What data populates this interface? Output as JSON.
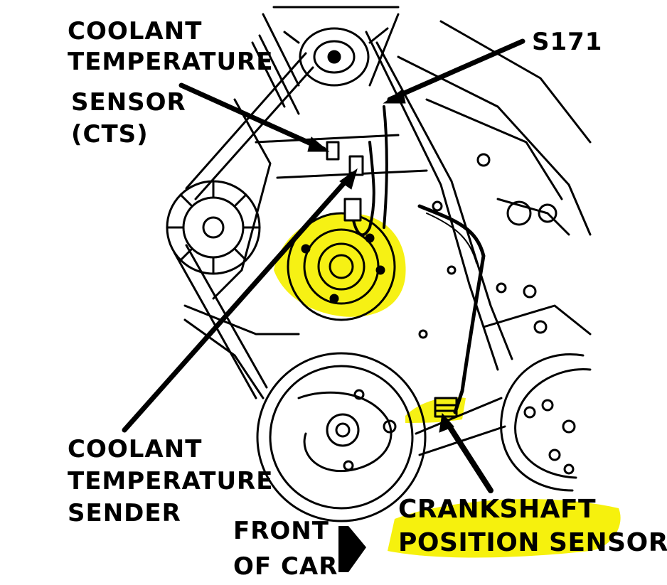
{
  "labels": {
    "cts_line1": "COOLANT",
    "cts_line2": "TEMPERATURE",
    "cts_line3": "SENSOR",
    "cts_line4": "(CTS)",
    "s171": "S171",
    "sender_line1": "COOLANT",
    "sender_line2": "TEMPERATURE",
    "sender_line3": "SENDER",
    "front_line1": "FRONT",
    "front_line2": "OF CAR",
    "ckp_line1": "CRANKSHAFT",
    "ckp_line2": "POSITION SENSOR"
  },
  "colors": {
    "highlight": "#f5f000",
    "line_art": "#000000",
    "background": "#ffffff"
  },
  "icons": {
    "front_arrow": "front-of-car-arrow-icon"
  }
}
